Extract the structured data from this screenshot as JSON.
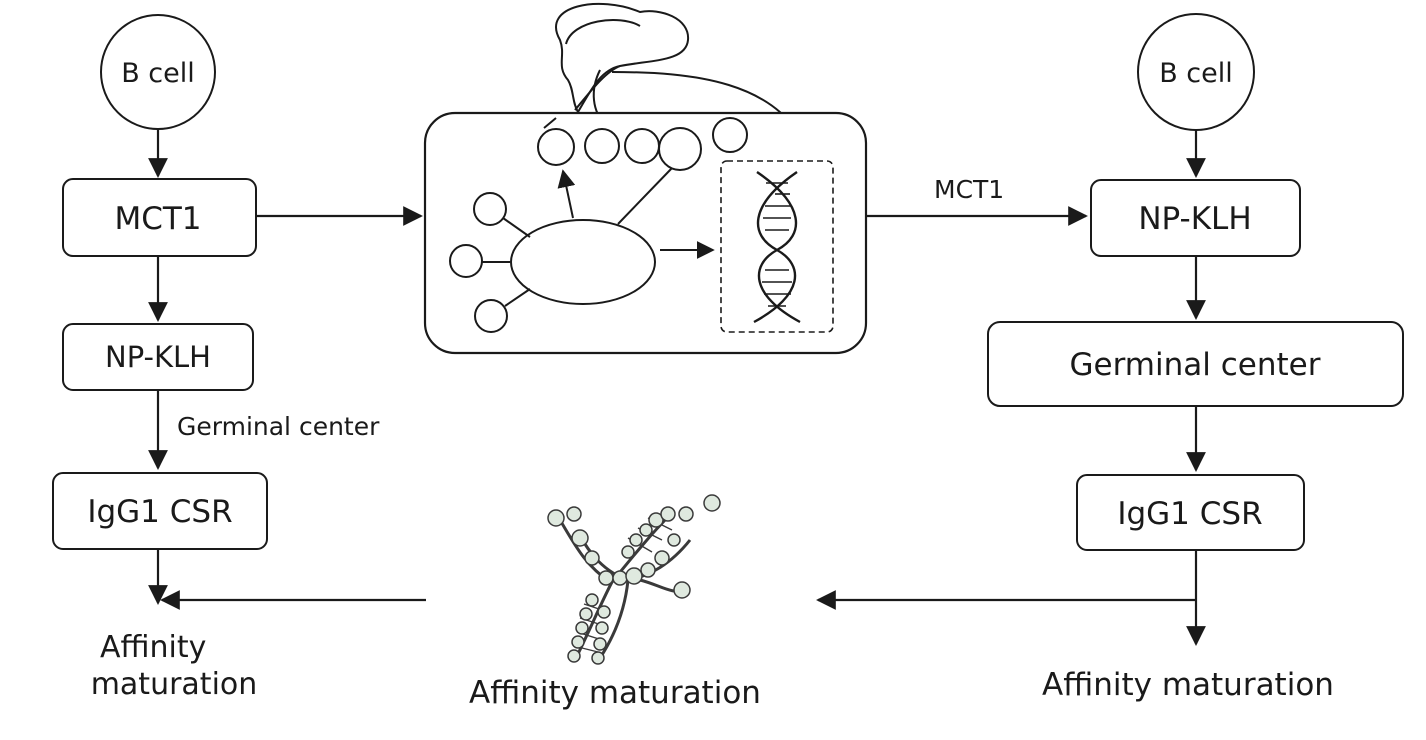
{
  "left_flow": {
    "start": "B cell",
    "step1": "MCT1",
    "step2": "NP-KLH",
    "edge_label": "Germinal center",
    "step3": "IgG1 CSR",
    "outcome": "Affinity\nmaturation"
  },
  "right_flow": {
    "start": "B cell",
    "edge_label": "MCT1",
    "step1": "NP-KLH",
    "step2": "Germinal center",
    "step3": "IgG1 CSR",
    "outcome": "Affinity maturation"
  },
  "center": {
    "caption": "Affinity maturation"
  },
  "colors": {
    "stroke": "#1a1a1a",
    "dna_fill": "#dfe9df",
    "background": "#ffffff"
  }
}
